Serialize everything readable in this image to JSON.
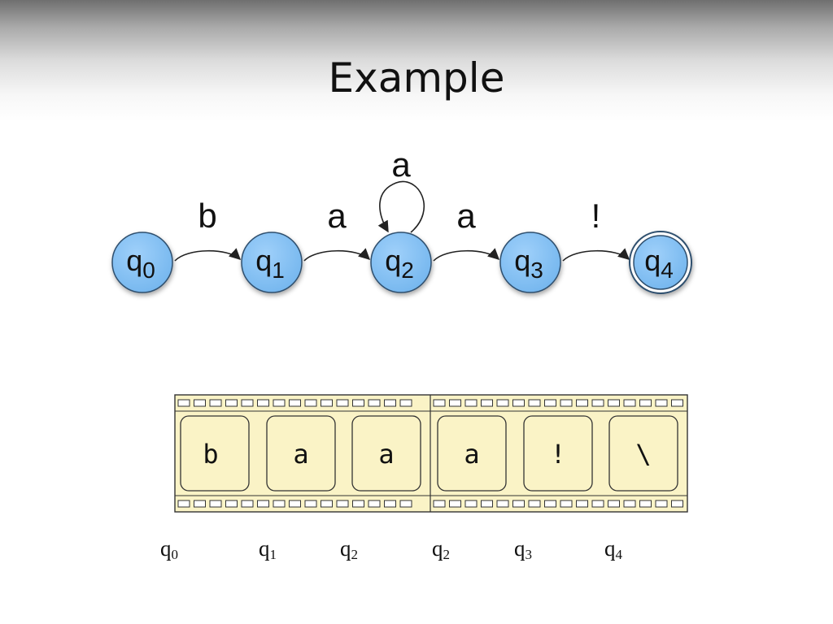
{
  "title": "Example",
  "colors": {
    "state_fill": "#74b6ee",
    "state_stroke": "#2f4f6e",
    "arrow": "#222222",
    "tape_fill": "#faf3c6",
    "tape_stroke": "#333333"
  },
  "states": [
    {
      "name": "q",
      "sub": "0",
      "accepting": false
    },
    {
      "name": "q",
      "sub": "1",
      "accepting": false
    },
    {
      "name": "q",
      "sub": "2",
      "accepting": false
    },
    {
      "name": "q",
      "sub": "3",
      "accepting": false
    },
    {
      "name": "q",
      "sub": "4",
      "accepting": true
    }
  ],
  "transitions": [
    {
      "from": 0,
      "to": 1,
      "label": "b"
    },
    {
      "from": 1,
      "to": 2,
      "label": "a"
    },
    {
      "from": 2,
      "to": 2,
      "label": "a"
    },
    {
      "from": 2,
      "to": 3,
      "label": "a"
    },
    {
      "from": 3,
      "to": 4,
      "label": "!"
    }
  ],
  "tape": [
    "b",
    "a",
    "a",
    "a",
    "!",
    "\\"
  ],
  "trace": [
    {
      "name": "q",
      "sub": "0"
    },
    {
      "name": "q",
      "sub": "1"
    },
    {
      "name": "q",
      "sub": "2"
    },
    {
      "name": "q",
      "sub": "2"
    },
    {
      "name": "q",
      "sub": "3"
    },
    {
      "name": "q",
      "sub": "4"
    }
  ]
}
